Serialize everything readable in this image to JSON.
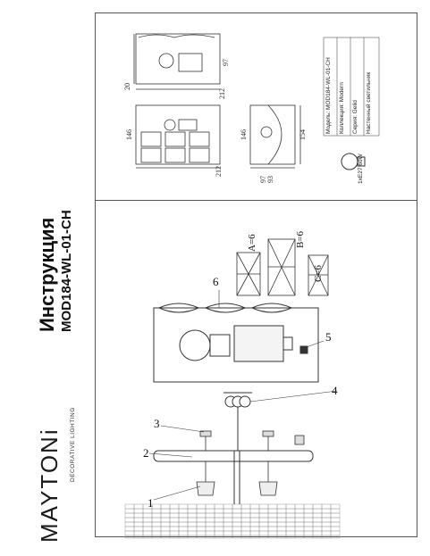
{
  "brand": {
    "name": "MAYTONi",
    "tagline": "DECORATIVE LIGHTING"
  },
  "document": {
    "title": "Инструкция",
    "model": "MOD184-WL-01-CH"
  },
  "callouts": [
    "1",
    "2",
    "3",
    "4",
    "5",
    "6"
  ],
  "parts": {
    "a": "A=6",
    "b": "B=6",
    "c": "C=6"
  },
  "dimensions": {
    "top_front_w": "212",
    "top_front_h": "97",
    "top_front_d": "20",
    "mid_front_w": "212",
    "mid_front_h": "146",
    "side_h": "146",
    "side_w1": "97",
    "side_w2": "93",
    "side_total": "154"
  },
  "bulb": {
    "spec": "1xE27 60W"
  },
  "info": {
    "line1": "Модель:   MOD184-WL-01-CH",
    "line2": "Коллекция:   Modern",
    "line3": "Серия:   Gelid",
    "line4": "Настенный светильник"
  }
}
